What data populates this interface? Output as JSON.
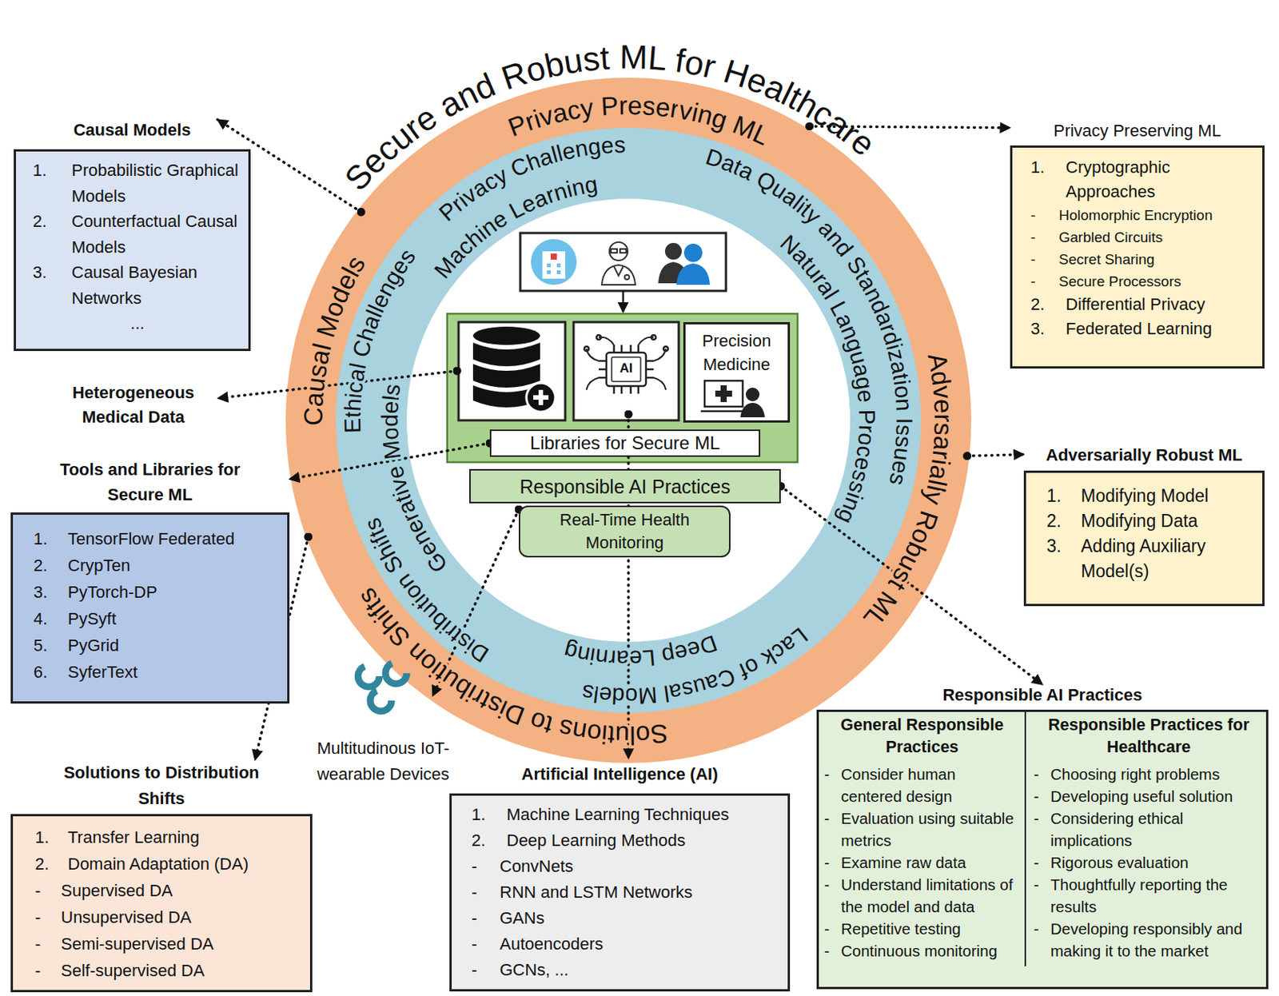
{
  "diagram": {
    "title": "Secure and Robust ML for Healthcare",
    "nodes": [
      {
        "text": [
          "Privacy Preserving ML",
          "Causal Models",
          "Adversarially Robust ML",
          "Solutions to Distribution Shifts"
        ]
      },
      {
        "text": [
          "Privacy Challenges",
          "Data Quality and Standardization Issues",
          "Machine Learning",
          "Natural Language Processing",
          "Ethical Challenges",
          "Generative Models",
          "Distribution Shifts",
          "Deep Learning",
          "Lack of Causal Models"
        ],
        "in": 0
      },
      {
        "text": [
          "Precision Medicine"
        ],
        "in": 1
      },
      {
        "text": [
          "Libraries for Secure ML"
        ],
        "in": 1
      },
      {
        "text": [
          "Responsible AI Practices"
        ],
        "in": 1
      },
      {
        "text": [
          "Real-Time Health Monitoring"
        ],
        "in": 1
      },
      {
        "text": [
          "Causal Models",
          "1.",
          "Probabilistic Graphical Models",
          "2.",
          "Counterfactual Causal Models",
          "3.",
          "Causal Bayesian Networks",
          "..."
        ]
      },
      {
        "text": [
          "Tools and Libraries for Secure ML",
          "1.",
          "TensorFlow Federated",
          "2.",
          "CrypTen",
          "3.",
          "PyTorch-DP",
          "4.",
          "PySyft",
          "5.",
          "PyGrid",
          "6.",
          "SyferText"
        ]
      },
      {
        "text": [
          "Privacy Preserving ML",
          "1.",
          "Cryptographic Approaches",
          "-",
          "Holomorphic Encryption",
          "-",
          "Garbled Circuits",
          "-",
          "Secret Sharing",
          "-",
          "Secure Processors",
          "2.",
          "Differential Privacy",
          "3.",
          "Federated Learning"
        ]
      },
      {
        "text": [
          "Adversarially Robust ML",
          "1.",
          "Modifying Model",
          "2.",
          "Modifying Data",
          "3.",
          "Adding Auxiliary Model(s)"
        ]
      },
      {
        "text": [
          "Responsible AI Practices"
        ]
      },
      {
        "text": [
          "General Responsible Practices",
          "-",
          "Consider human centered design",
          "-",
          "Evaluation using suitable metrics",
          "-",
          "Examine raw data",
          "-",
          "Understand limitations of the model and data",
          "-",
          "Repetitive testing",
          "-",
          "Continuous monitoring"
        ],
        "in": 10
      },
      {
        "text": [
          "Responsible Practices for Healthcare",
          "-",
          "Choosing right problems",
          "-",
          "Developing useful solution",
          "-",
          "Considering ethical implications",
          "-",
          "Rigorous evaluation",
          "-",
          "Thoughtfully reporting the results",
          "-",
          "Developing responsibly and making it to the market"
        ],
        "in": 10
      },
      {
        "text": [
          "Solutions to Distribution Shifts",
          "1.",
          "Transfer Learning",
          "2.",
          "Domain Adaptation (DA)",
          "-",
          "Supervised DA",
          "-",
          "Unsupervised DA",
          "-",
          "Semi-supervised DA",
          "-",
          "Self-supervised DA"
        ]
      },
      {
        "text": [
          "Artificial Intelligence (AI)",
          "1.",
          "Machine Learning Techniques",
          "2.",
          "Deep Learning Methods",
          "-",
          "ConvNets",
          "-",
          "RNN and LSTM Networks",
          "-",
          "GANs",
          "-",
          "Autoencoders",
          "-",
          "GCNs, ..."
        ]
      }
    ],
    "edges": [
      {
        "from": 0,
        "to": 8,
        "arrow": "to"
      },
      {
        "from": 0,
        "to": 6,
        "arrow": "to"
      },
      {
        "from": 0,
        "to": 9,
        "arrow": "to"
      },
      {
        "from": 0,
        "to": 13,
        "arrow": "to"
      },
      {
        "from": 3,
        "to": 7,
        "arrow": "to"
      },
      {
        "from": 4,
        "to": 10,
        "arrow": "to"
      }
    ],
    "labels": [
      "Heterogeneous Medical Data",
      "AI",
      "Multitudinous IoT-wearable Devices"
    ]
  }
}
